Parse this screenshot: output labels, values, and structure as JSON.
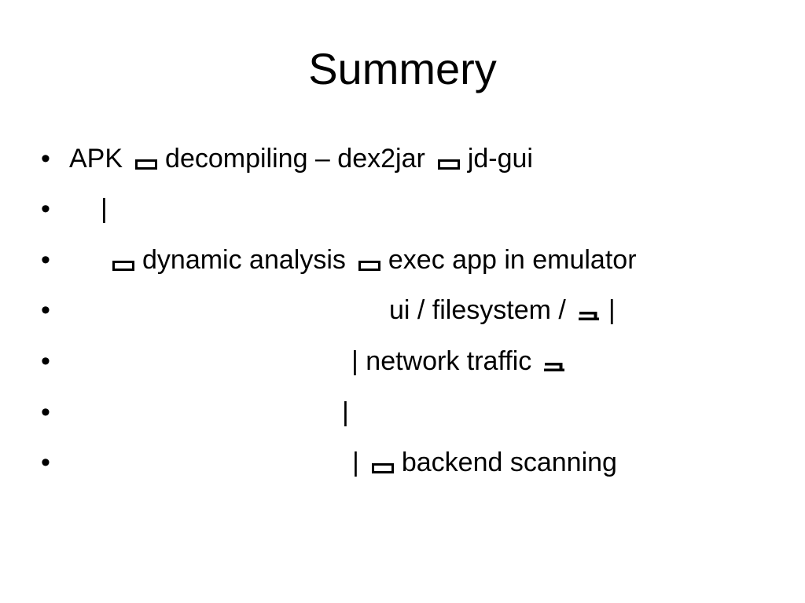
{
  "slide": {
    "background_color": "#ffffff",
    "text_color": "#000000",
    "title": "Summery",
    "bullet_marker": "•",
    "bullets": [
      {
        "indent": 88,
        "segments": [
          {
            "type": "text",
            "value": "APK"
          },
          {
            "type": "icon",
            "icon": "missing-glyph-box"
          },
          {
            "type": "text",
            "value": "decompiling – dex2jar"
          },
          {
            "type": "icon",
            "icon": "missing-glyph-box"
          },
          {
            "type": "text",
            "value": "jd-gui"
          }
        ]
      },
      {
        "indent": 128,
        "segments": [
          {
            "type": "text",
            "value": "|"
          }
        ]
      },
      {
        "indent": 143,
        "segments": [
          {
            "type": "icon",
            "icon": "missing-glyph-box"
          },
          {
            "type": "text",
            "value": "dynamic analysis"
          },
          {
            "type": "icon",
            "icon": "missing-glyph-box"
          },
          {
            "type": "text",
            "value": "exec app in emulator"
          }
        ]
      },
      {
        "indent": 495,
        "segments": [
          {
            "type": "text",
            "value": "ui / filesystem /"
          },
          {
            "type": "icon",
            "icon": "missing-glyph-bars"
          },
          {
            "type": "text",
            "value": "|"
          }
        ]
      },
      {
        "indent": 447,
        "segments": [
          {
            "type": "text",
            "value": "| network traffic"
          },
          {
            "type": "icon",
            "icon": "missing-glyph-bars"
          }
        ]
      },
      {
        "indent": 435,
        "segments": [
          {
            "type": "text",
            "value": "|"
          }
        ]
      },
      {
        "indent": 448,
        "segments": [
          {
            "type": "text",
            "value": "|"
          },
          {
            "type": "icon",
            "icon": "missing-glyph-box"
          },
          {
            "type": "text",
            "value": "backend scanning"
          }
        ]
      }
    ]
  }
}
